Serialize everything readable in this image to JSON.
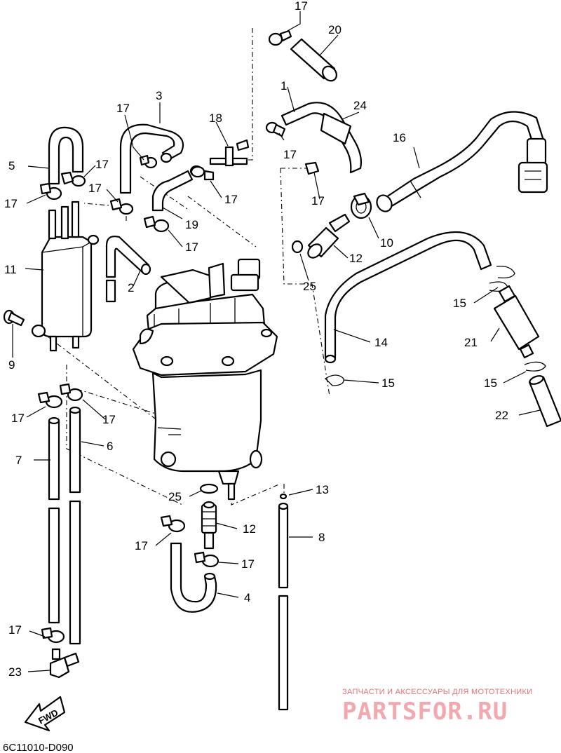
{
  "diagram": {
    "drawing_code": "6C11010-D090",
    "direction_label": "FWD",
    "watermark_caption": "ЗАПЧАСТИ И АКСЕССУАРЫ ДЛЯ МОТОТЕХНИКИ",
    "watermark_logo": "PARTSFOR.RU"
  },
  "callouts": [
    "1",
    "2",
    "3",
    "4",
    "5",
    "6",
    "7",
    "8",
    "9",
    "10",
    "11",
    "12",
    "13",
    "14",
    "15",
    "16",
    "17",
    "18",
    "19",
    "20",
    "21",
    "22",
    "23",
    "24",
    "25"
  ]
}
